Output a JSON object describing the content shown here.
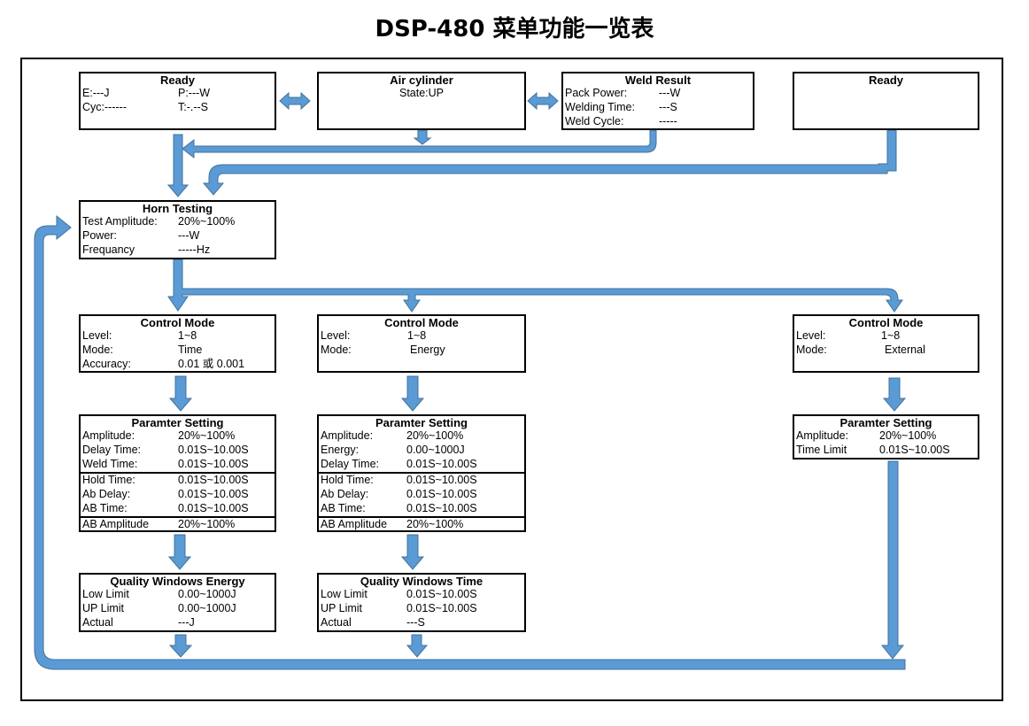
{
  "title": "DSP-480 菜单功能一览表",
  "colors": {
    "arrow": "#5B9BD5",
    "arrow_stroke": "#41719C",
    "border": "#000000"
  },
  "ready1": {
    "header": "Ready",
    "rows": [
      {
        "a": "E:---J",
        "b": "P:---W"
      },
      {
        "a": "Cyc:------",
        "b": "T:-.--S"
      }
    ]
  },
  "air": {
    "header": "Air cylinder",
    "state": "State:UP"
  },
  "weld": {
    "header": "Weld Result",
    "rows": [
      {
        "k": "Pack Power:",
        "v": "---W"
      },
      {
        "k": "Welding Time:",
        "v": "---S"
      },
      {
        "k": "Weld Cycle:",
        "v": "-----"
      }
    ]
  },
  "ready2": {
    "header": "Ready"
  },
  "horn": {
    "header": "Horn Testing",
    "rows": [
      {
        "k": "Test Amplitude:",
        "v": "20%~100%"
      },
      {
        "k": "Power:",
        "v": "---W"
      },
      {
        "k": "Frequancy",
        "v": "-----Hz"
      }
    ]
  },
  "cm1": {
    "header": "Control Mode",
    "rows": [
      {
        "k": "Level:",
        "v": "1~8"
      },
      {
        "k": "Mode:",
        "v": "Time"
      },
      {
        "k": "Accuracy:",
        "v": "0.01 或 0.001"
      }
    ]
  },
  "cm2": {
    "header": "Control Mode",
    "rows": [
      {
        "k": "Level:",
        "v": "1~8"
      },
      {
        "k": "Mode:",
        "v": "Energy"
      }
    ]
  },
  "cm3": {
    "header": "Control Mode",
    "rows": [
      {
        "k": "Level:",
        "v": "1~8"
      },
      {
        "k": "Mode:",
        "v": "External"
      }
    ]
  },
  "ps1": {
    "header": "Paramter Setting",
    "sec1": [
      {
        "k": "Amplitude:",
        "v": "20%~100%"
      },
      {
        "k": "Delay Time:",
        "v": "0.01S~10.00S"
      },
      {
        "k": "Weld Time:",
        "v": "0.01S~10.00S"
      }
    ],
    "sec2": [
      {
        "k": "Hold Time:",
        "v": "0.01S~10.00S"
      },
      {
        "k": "Ab Delay:",
        "v": "0.01S~10.00S"
      },
      {
        "k": "AB Time:",
        "v": "0.01S~10.00S"
      }
    ],
    "sec3": [
      {
        "k": "AB Amplitude",
        "v": "20%~100%"
      }
    ]
  },
  "ps2": {
    "header": "Paramter Setting",
    "sec1": [
      {
        "k": "Amplitude:",
        "v": "20%~100%"
      },
      {
        "k": "Energy:",
        "v": "0.00~1000J"
      },
      {
        "k": "Delay Time:",
        "v": "0.01S~10.00S"
      }
    ],
    "sec2": [
      {
        "k": "Hold Time:",
        "v": "0.01S~10.00S"
      },
      {
        "k": "Ab Delay:",
        "v": "0.01S~10.00S"
      },
      {
        "k": "AB Time:",
        "v": "0.01S~10.00S"
      }
    ],
    "sec3": [
      {
        "k": "AB Amplitude",
        "v": "20%~100%"
      }
    ]
  },
  "ps3": {
    "header": "Paramter Setting",
    "sec1": [
      {
        "k": "Amplitude:",
        "v": "20%~100%"
      },
      {
        "k": "Time Limit",
        "v": "0.01S~10.00S"
      }
    ]
  },
  "qw1": {
    "header": "Quality Windows Energy",
    "rows": [
      {
        "k": "Low Limit",
        "v": "0.00~1000J"
      },
      {
        "k": "UP Limit",
        "v": "0.00~1000J"
      },
      {
        "k": "Actual",
        "v": "---J"
      }
    ]
  },
  "qw2": {
    "header": "Quality Windows Time",
    "rows": [
      {
        "k": "Low Limit",
        "v": "0.01S~10.00S"
      },
      {
        "k": "UP Limit",
        "v": "0.01S~10.00S"
      },
      {
        "k": "Actual",
        "v": "---S"
      }
    ]
  }
}
